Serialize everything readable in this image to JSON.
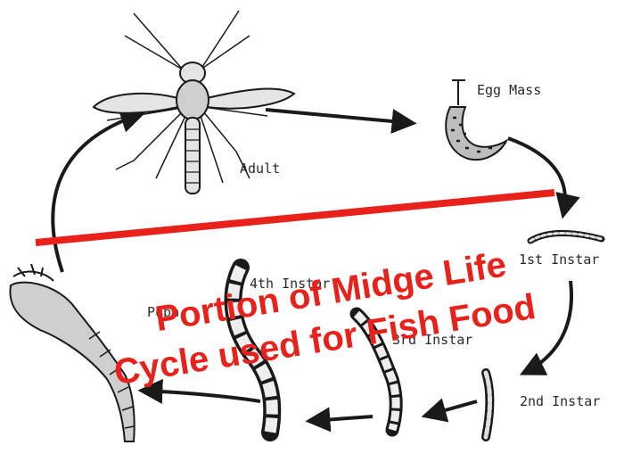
{
  "labels": {
    "egg_mass": "Egg Mass",
    "adult": "Adult",
    "first_instar": "1st Instar",
    "second_instar": "2nd Instar",
    "third_instar": "3rd Instar",
    "fourth_instar": "4th Instar",
    "pupa": "Pupa"
  },
  "overlay": {
    "line1": "Portion of Midge Life",
    "line2": "Cycle used for Fish Food"
  },
  "colors": {
    "overlay": "#e8211a",
    "ink": "#1a1a1a",
    "body_fill": "#d8d8d8"
  }
}
